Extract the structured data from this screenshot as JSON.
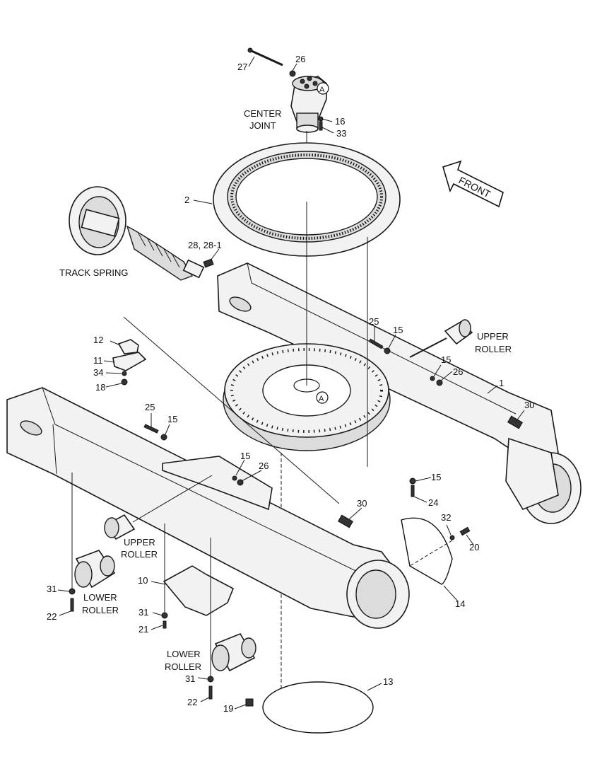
{
  "labels": {
    "p1": "1",
    "p2": "2",
    "p10": "10",
    "p11": "11",
    "p12": "12",
    "p13": "13",
    "p14": "14",
    "p15": "15",
    "p16": "16",
    "p18": "18",
    "p19": "19",
    "p20": "20",
    "p21": "21",
    "p22": "22",
    "p24": "24",
    "p25": "25",
    "p26": "26",
    "p27": "27",
    "p28": "28, 28-1",
    "p30": "30",
    "p31": "31",
    "p32": "32",
    "p33": "33",
    "p34": "34",
    "center": "CENTER",
    "joint": "JOINT",
    "track_spring": "TRACK SPRING",
    "upper": "UPPER",
    "lower": "LOWER",
    "roller": "ROLLER",
    "front": "FRONT"
  },
  "callouts": {
    "a": "A"
  }
}
